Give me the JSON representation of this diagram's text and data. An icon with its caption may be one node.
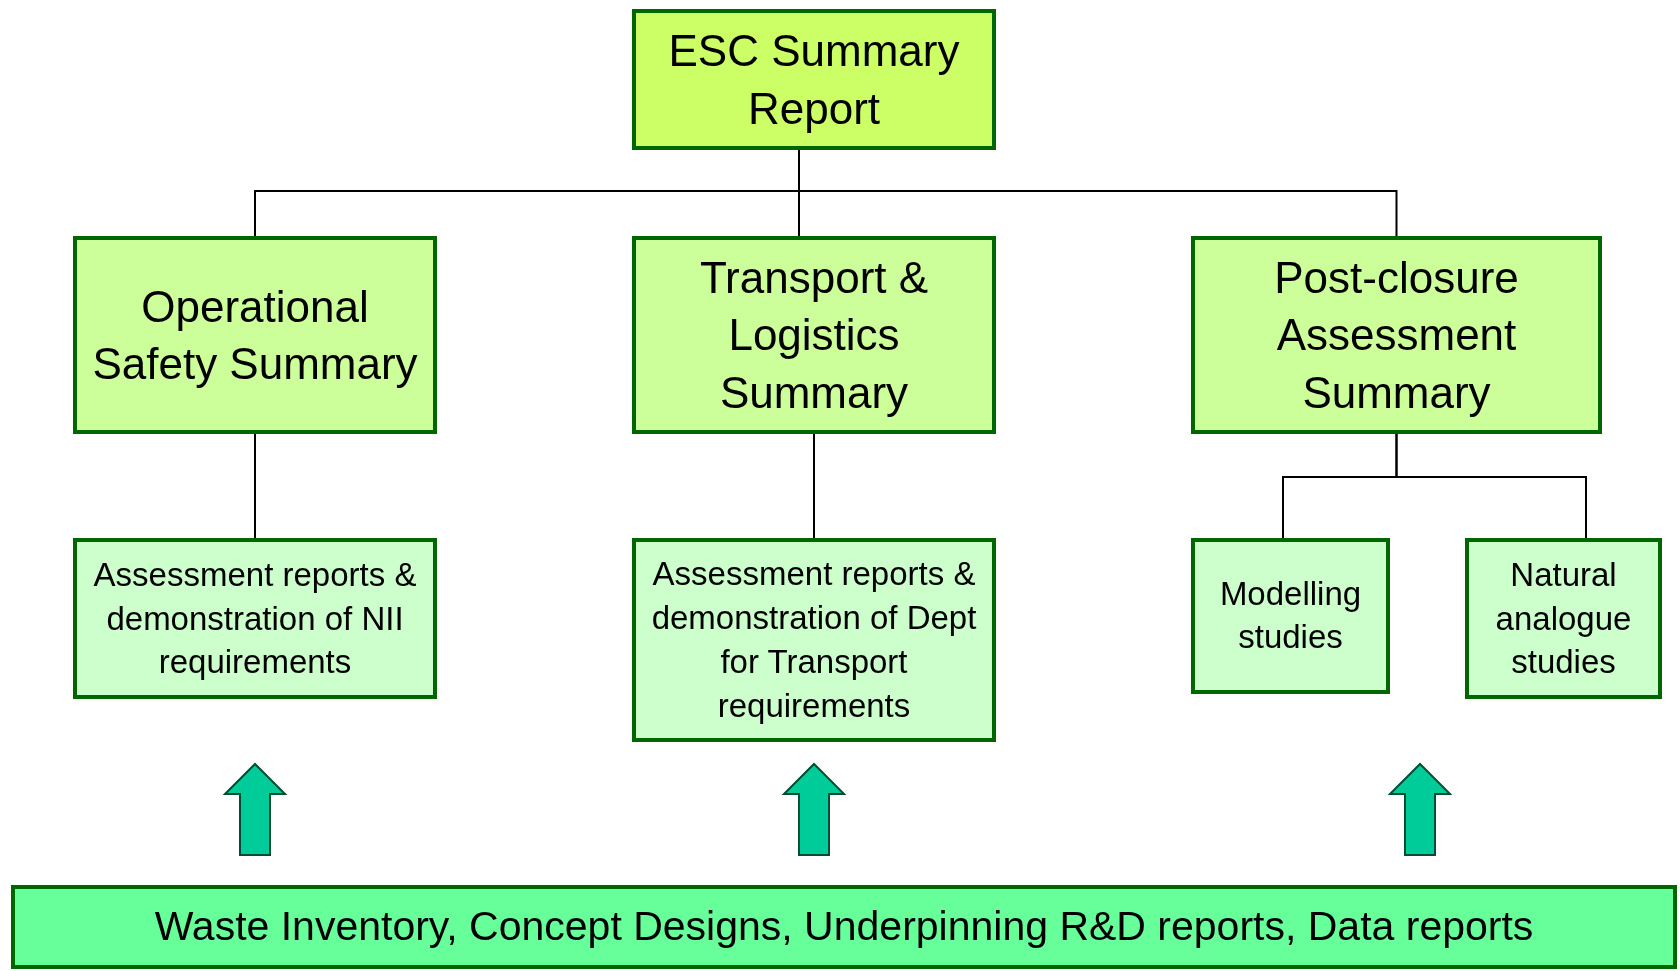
{
  "diagram": {
    "nodes": [
      {
        "text": [
          "ESC Summary Report"
        ]
      },
      {
        "text": [
          "Operational Safety Summary"
        ]
      },
      {
        "text": [
          "Transport & Logistics Summary"
        ]
      },
      {
        "text": [
          "Post-closure Assessment Summary"
        ]
      },
      {
        "text": [
          "Assessment reports & demonstration of NII requirements"
        ]
      },
      {
        "text": [
          "Assessment reports & demonstration of Dept for Transport requirements"
        ]
      },
      {
        "text": [
          "Modelling studies"
        ]
      },
      {
        "text": [
          "Natural analogue studies"
        ]
      },
      {
        "text": [
          "Waste Inventory, Concept Designs, Underpinning R&D reports, Data reports"
        ]
      }
    ],
    "edges": [
      {
        "from": 0,
        "to": 1,
        "arrow": "none"
      },
      {
        "from": 0,
        "to": 2,
        "arrow": "none"
      },
      {
        "from": 0,
        "to": 3,
        "arrow": "none"
      },
      {
        "from": 1,
        "to": 4,
        "arrow": "none"
      },
      {
        "from": 2,
        "to": 5,
        "arrow": "none"
      },
      {
        "from": 3,
        "to": 6,
        "arrow": "none"
      },
      {
        "from": 3,
        "to": 7,
        "arrow": "none"
      },
      {
        "from": 8,
        "to": 4,
        "arrow": "to",
        "style": "thick",
        "color": "#00cc99"
      },
      {
        "from": 8,
        "to": 5,
        "arrow": "to",
        "style": "thick",
        "color": "#00cc99"
      },
      {
        "from": 8,
        "to": null,
        "arrow": "to",
        "style": "thick",
        "color": "#00cc99"
      }
    ]
  }
}
